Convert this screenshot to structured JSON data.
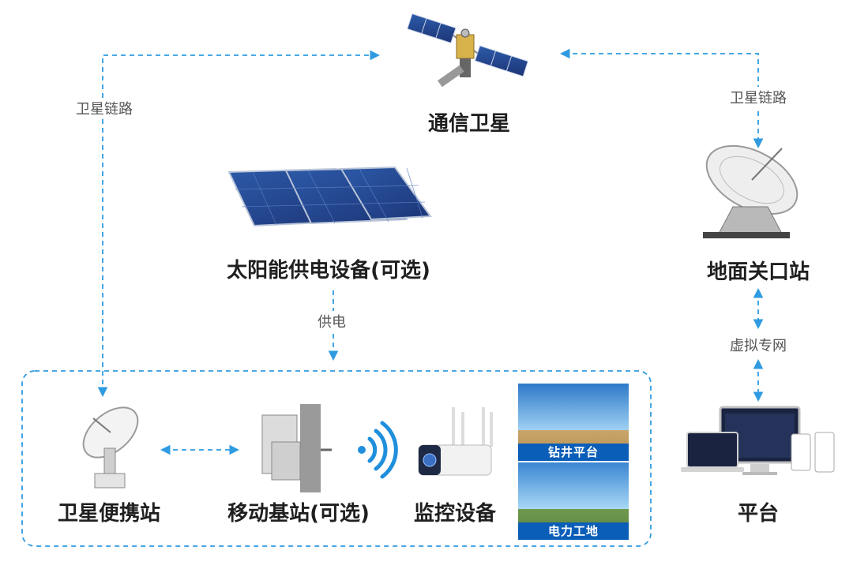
{
  "nodes": {
    "satellite": "通信卫星",
    "solar": "太阳能供电设备(可选)",
    "ground_station": "地面关口站",
    "portable_station": "卫星便携站",
    "mobile_base": "移动基站(可选)",
    "monitor": "监控设备",
    "platform": "平台"
  },
  "links": {
    "sat_link_left": "卫星链路",
    "sat_link_right": "卫星链路",
    "power": "供电",
    "vpn": "虚拟专网"
  },
  "photos": {
    "drilling": "钻井平台",
    "power_site": "电力工地"
  },
  "colors": {
    "arrow": "#2f9be0",
    "caption_bg": "#0b5eb8"
  }
}
